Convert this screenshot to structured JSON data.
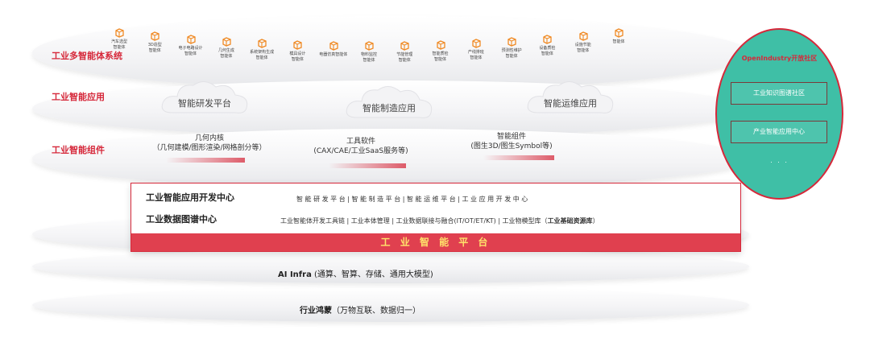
{
  "rows": {
    "agents_label": "工业多智能体系统",
    "apps_label": "工业智能应用",
    "components_label": "工业智能组件"
  },
  "agents": [
    {
      "line1": "汽车选型",
      "line2": "智能体"
    },
    {
      "line1": "3D造型",
      "line2": "智能体"
    },
    {
      "line1": "电子电路设计",
      "line2": "智能体"
    },
    {
      "line1": "几何生成",
      "line2": "智能体"
    },
    {
      "line1": "系统架构生成",
      "line2": "智能体"
    },
    {
      "line1": "模具设计",
      "line2": "智能体"
    },
    {
      "line1": "电器仿真智能体",
      "line2": ""
    },
    {
      "line1": "物料监控",
      "line2": "智能体"
    },
    {
      "line1": "节能管理",
      "line2": "智能体"
    },
    {
      "line1": "智能质检",
      "line2": "智能体"
    },
    {
      "line1": "产线排班",
      "line2": "智能体"
    },
    {
      "line1": "预测性维护",
      "line2": "智能体"
    },
    {
      "line1": "设备质检",
      "line2": "智能体"
    },
    {
      "line1": "设施节能",
      "line2": "智能体"
    },
    {
      "line1": "智能体",
      "line2": ""
    }
  ],
  "apps": [
    "智能研发平台",
    "智能制造应用",
    "智能运维应用"
  ],
  "components": [
    {
      "title": "几何内核",
      "desc": "（几何建模/图形渲染/网格剖分等）"
    },
    {
      "title": "工具软件",
      "desc": "(CAX/CAE/工业SaaS服务等)"
    },
    {
      "title": "智能组件",
      "desc": "(图生3D/图生Symbol等)"
    }
  ],
  "platform": {
    "row1_title": "工业智能应用开发中心",
    "row1_desc": "智 能 研 发 平 台   |   智 能 制 造 平 台   |   智 能 运 维 平 台   |   工 业 应 用 开 发 中 心",
    "row2_title": "工业数据图谱中心",
    "row2_desc": "工业智能体开发工具链 | 工业本体管理 | 工业数据联接与融合(IT/OT/ET/KT) | 工业物模型库（",
    "row2_bold": "工业基础资源库",
    "row2_end": "）",
    "bar": "工 业 智 能 平 台"
  },
  "infra": {
    "ai_bold": "AI Infra",
    "ai_rest": " (通算、智算、存储、通用大模型)",
    "os_bold": "行业鸿蒙",
    "os_rest": "（万物互联、数据归一）"
  },
  "community": {
    "title": "OpenIndustry开放社区",
    "item1": "工业知识图谱社区",
    "item2": "产业智能应用中心",
    "more": ". . ."
  },
  "colors": {
    "accent": "#d6283a",
    "cube": "#f08a24",
    "community": "#3fbfa6"
  }
}
